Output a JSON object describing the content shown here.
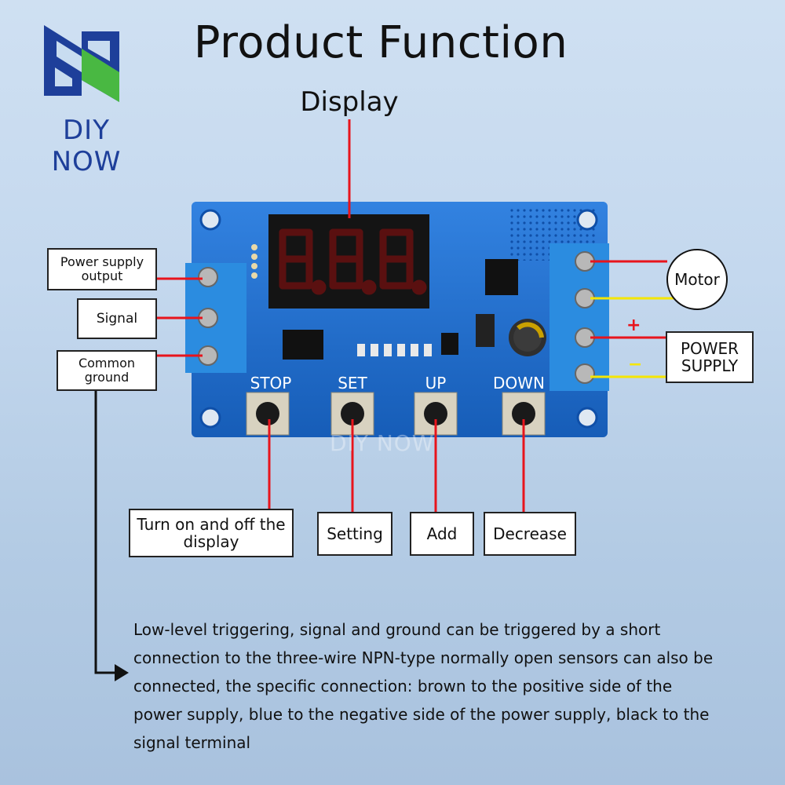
{
  "title": "Product Function",
  "brand": {
    "name": "DIY NOW",
    "watermark": "DIY NOW"
  },
  "display_label": "Display",
  "board": {
    "display_digits": "8.8.8.",
    "buttons": [
      "STOP",
      "SET",
      "UP",
      "DOWN"
    ],
    "polarity": {
      "plus": "+",
      "minus": "−"
    }
  },
  "labels": {
    "power_supply_output": "Power supply output",
    "signal": "Signal",
    "common_ground": "Common ground",
    "motor": "Motor",
    "power_supply": "POWER SUPPLY",
    "turn_on_off": "Turn on and off the display",
    "setting": "Setting",
    "add": "Add",
    "decrease": "Decrease"
  },
  "note": {
    "lines": [
      "Low-level triggering, signal and ground can be triggered by a short",
      "connection to the three-wire NPN-type normally open sensors can also be",
      "connected, the specific connection: brown to the positive side of the",
      "power supply, blue to the negative side of the power supply, black to the",
      "signal terminal"
    ]
  },
  "colors": {
    "pointer_line": "#e8141c",
    "yellow_wire": "#f5e600",
    "pcb_blue": "#1d6fd0",
    "terminal_blue": "#2b8ce0",
    "logo_blue": "#1e3f9a",
    "logo_green": "#49b842"
  }
}
